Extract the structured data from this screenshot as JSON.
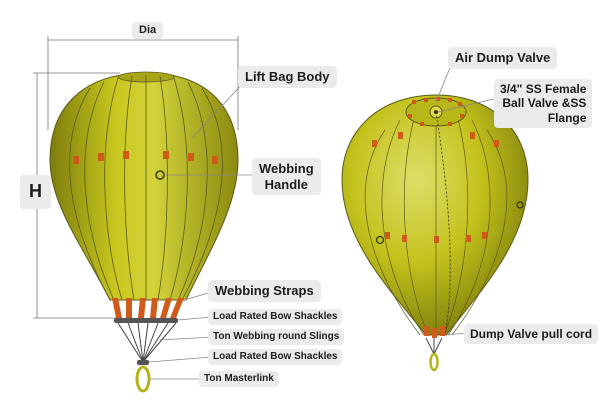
{
  "colors": {
    "bag_fill": "#c3c21c",
    "bag_highlight": "#dedc5a",
    "bag_shadow": "#7d7c0c",
    "gore_line": "#5a5a1e",
    "strap_orange": "#cf5a1a",
    "label_bg": "#ebebeb",
    "leader_line": "#888888"
  },
  "icons": [
    "lift-bag",
    "shackle",
    "masterlink",
    "valve-flange",
    "pull-cord"
  ],
  "dimensions": {
    "height_label": "H",
    "diameter_label": "Dia"
  },
  "callouts": {
    "lift_bag_body": "Lift Bag Body",
    "webbing_handle": "Webbing\nHandle",
    "webbing_straps": "Webbing Straps",
    "load_rated_bow_shackles_top": "Load Rated Bow Shackles",
    "ton_webbing_round_slings": "Ton Webbing round Slings",
    "load_rated_bow_shackles_bottom": "Load Rated Bow Shackles",
    "ton_masterlink": "Ton Masterlink",
    "air_dump_valve": "Air Dump Valve",
    "ss_female_ball_valve": "3/4\" SS Female\nBall Valve &SS\nFlange",
    "dump_valve_pull_cord": "Dump Valve pull cord"
  }
}
